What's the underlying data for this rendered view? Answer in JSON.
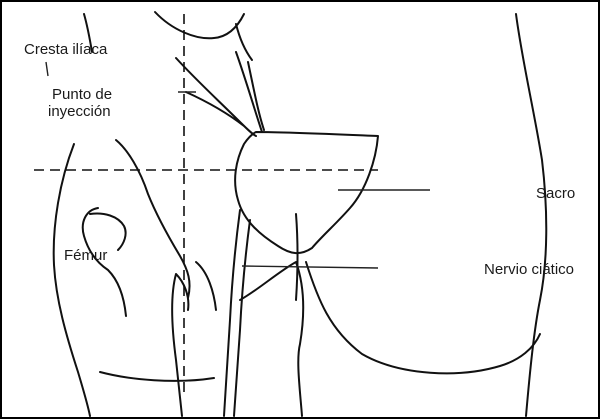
{
  "labels": {
    "cresta_iliaca": "Cresta ilíaca",
    "punto_inyeccion_line1": "Punto de",
    "punto_inyeccion_line2": "inyección",
    "sacro": "Sacro",
    "femur": "Fémur",
    "nervio_ciatico": "Nervio ciático"
  }
}
